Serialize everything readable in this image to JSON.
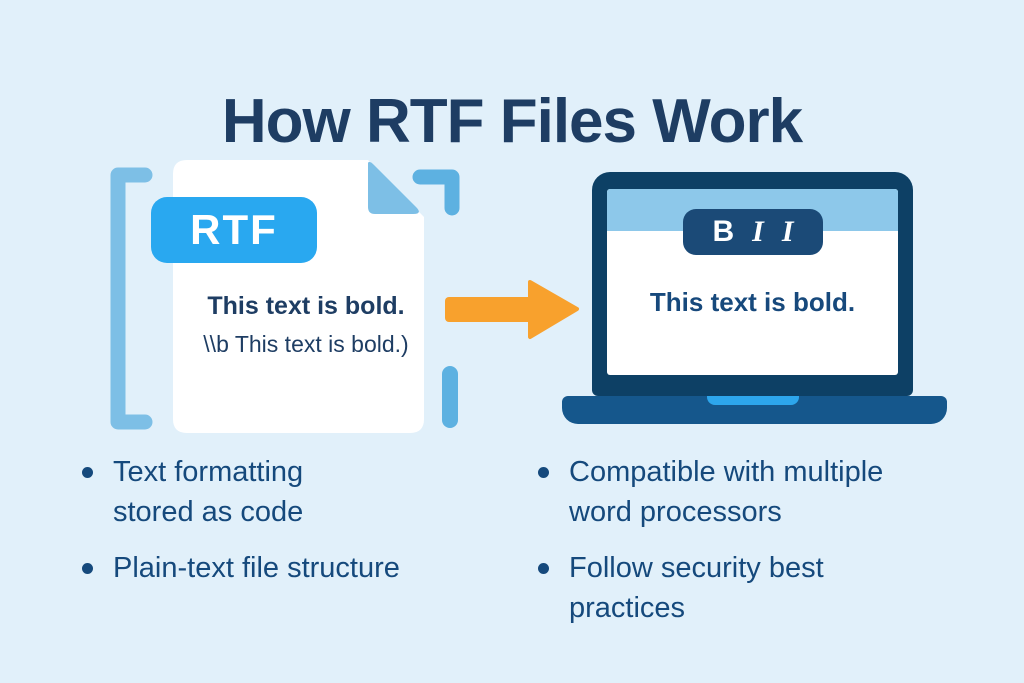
{
  "title": "How RTF Files Work",
  "colors": {
    "background": "#e1f0fa",
    "title_navy": "#1e3d63",
    "bullet_navy": "#15497c",
    "badge_blue": "#29a8f0",
    "bracket_left_blue": "#7dbfe6",
    "bracket_right_blue": "#5db1e1",
    "fold_blue": "#7dbfe6",
    "arrow_orange": "#f8a12d",
    "laptop_bezel_navy": "#0d4065",
    "laptop_base_blue": "#15578c",
    "screen_topbar_blue": "#8dc8ea",
    "toolbar_pill_navy": "#1b4a77",
    "notch_blue": "#2da6ec"
  },
  "document": {
    "badge_label": "RTF",
    "line_bold": "This text is bold.",
    "line_code": "\\\\b This text is bold.)"
  },
  "laptop": {
    "toolbar": {
      "bold_label": "B",
      "italic_label": "I",
      "italic2_label": "I"
    },
    "screen_text": "This text is bold."
  },
  "bullets": {
    "left": [
      "Text formatting\nstored as code",
      "Plain-text file structure"
    ],
    "right": [
      "Compatible with multiple\nword processors",
      "Follow security best\npractices"
    ]
  }
}
